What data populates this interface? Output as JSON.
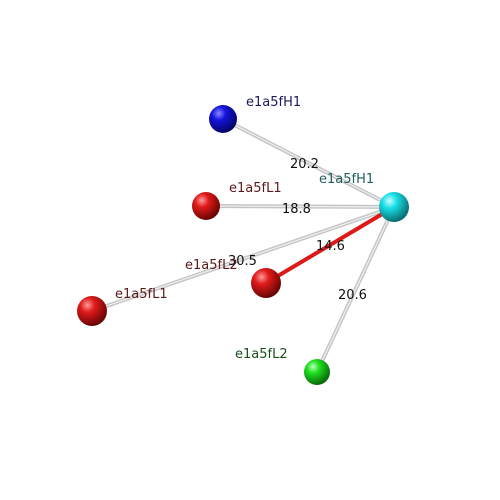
{
  "nodes": {
    "hub": {
      "label": "e1a5fH1",
      "color": "#19dfe6",
      "label_color": "#1f5f5f"
    },
    "h1": {
      "label": "e1a5fH1",
      "color": "#1414dc",
      "label_color": "#1b1b5c"
    },
    "l1_top": {
      "label": "e1a5fL1",
      "color": "#e01a1a",
      "label_color": "#5a1a1a"
    },
    "l2_mid": {
      "label": "e1a5fL2",
      "color": "#e01a1a",
      "label_color": "#5a1a1a"
    },
    "l1_low": {
      "label": "e1a5fL1",
      "color": "#e01a1a",
      "label_color": "#5a1a1a"
    },
    "l2_bot": {
      "label": "e1a5fL2",
      "color": "#1fe01f",
      "label_color": "#1b4f1b"
    }
  },
  "edges": {
    "hub_h1": {
      "value": "20.2",
      "color": "#c4c4c4"
    },
    "hub_l1top": {
      "value": "18.8",
      "color": "#c4c4c4"
    },
    "hub_l1low": {
      "value": "30.5",
      "color": "#c4c4c4"
    },
    "hub_l2mid": {
      "value": "14.6",
      "color": "#dd1a1a"
    },
    "hub_l2bot": {
      "value": "20.6",
      "color": "#c4c4c4"
    }
  }
}
